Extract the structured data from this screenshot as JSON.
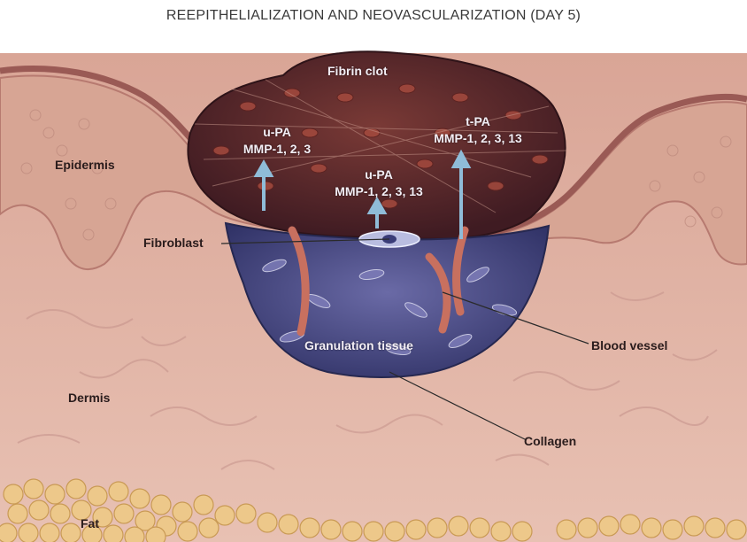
{
  "title": "REEPITHELIALIZATION AND NEOVASCULARIZATION (DAY 5)",
  "labels": {
    "fibrin_clot": "Fibrin clot",
    "epidermis": "Epidermis",
    "fibroblast": "Fibroblast",
    "granulation_tissue": "Granulation tissue",
    "blood_vessel": "Blood vessel",
    "dermis": "Dermis",
    "collagen": "Collagen",
    "fat": "Fat"
  },
  "enzymes": {
    "left": {
      "activator": "u-PA",
      "mmps": "MMP-1, 2, 3"
    },
    "center": {
      "activator": "u-PA",
      "mmps": "MMP-1, 2, 3, 13"
    },
    "right": {
      "activator": "t-PA",
      "mmps": "MMP-1, 2, 3, 13"
    }
  },
  "colors": {
    "dermis": "#e3b6a6",
    "epidermis": "#d8a897",
    "clot": "#5a2a2c",
    "granulation": "#4b4a86",
    "fat": "#edc88a",
    "arrow": "#8fbcd8"
  }
}
